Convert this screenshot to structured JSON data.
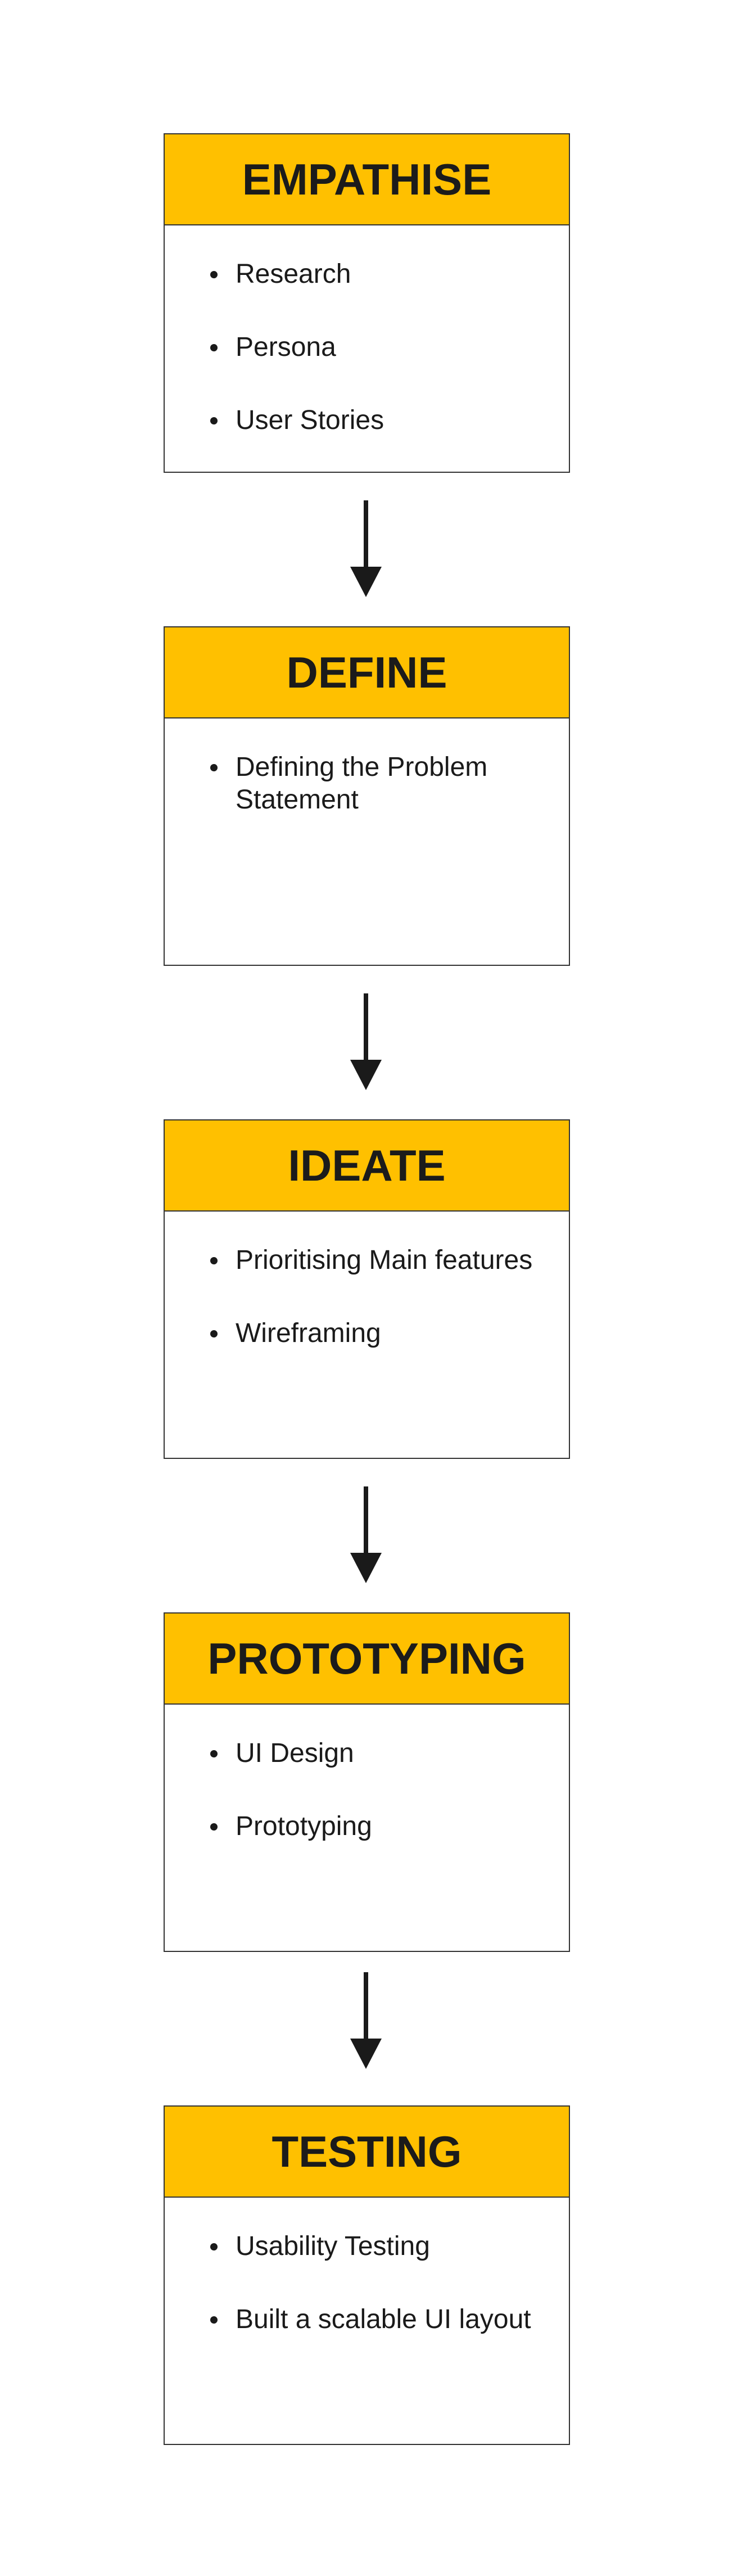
{
  "colors": {
    "header_fill": "#FFC000",
    "border": "#333333",
    "text": "#1a1a1a",
    "arrow": "#1a1a1a"
  },
  "stages": [
    {
      "title": "EMPATHISE",
      "items": [
        "Research",
        "Persona",
        "User Stories"
      ]
    },
    {
      "title": "DEFINE",
      "items": [
        "Defining the Problem Statement"
      ]
    },
    {
      "title": "IDEATE",
      "items": [
        "Prioritising Main features",
        "Wireframing"
      ]
    },
    {
      "title": "PROTOTYPING",
      "items": [
        "UI Design",
        "Prototyping"
      ]
    },
    {
      "title": "TESTING",
      "items": [
        "Usability Testing",
        "Built a scalable UI layout"
      ]
    }
  ]
}
